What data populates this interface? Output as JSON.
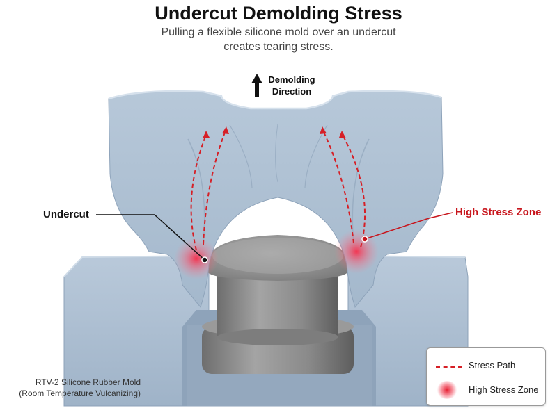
{
  "title": "Undercut Demolding Stress",
  "subtitle_line1": "Pulling a flexible silicone mold over an undercut",
  "subtitle_line2": "creates tearing stress.",
  "arrow_label_line1": "Demolding",
  "arrow_label_line2": "Direction",
  "callouts": {
    "undercut": "Undercut",
    "high_stress_zone": "High Stress Zone"
  },
  "caption_line1": "RTV-2 Silicone Rubber Mold",
  "caption_line2": "(Room Temperature Vulcanizing)",
  "legend": {
    "stress_path": "Stress Path",
    "high_stress_zone": "High Stress Zone"
  },
  "colors": {
    "silicone": "#aabdd0",
    "metal": "#8d8d8d",
    "stress": "#d61f26"
  }
}
